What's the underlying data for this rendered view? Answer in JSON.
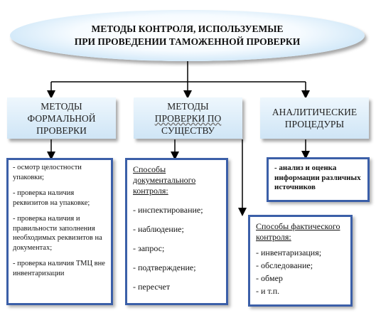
{
  "root": {
    "line1": "МЕТОДЫ КОНТРОЛЯ, ИСПОЛЬЗУЕМЫЕ",
    "line2": "ПРИ ПРОВЕДЕНИИ ТАМОЖЕННОЙ ПРОВЕРКИ"
  },
  "categories": [
    {
      "lines": [
        "МЕТОДЫ",
        "ФОРМАЛЬНОЙ",
        "ПРОВЕРКИ"
      ]
    },
    {
      "lines": [
        "МЕТОДЫ",
        "ПРОВЕРКИ ПО",
        "СУЩЕСТВУ"
      ]
    },
    {
      "lines": [
        "АНАЛИТИЧЕСКИЕ",
        "ПРОЦЕДУРЫ"
      ]
    }
  ],
  "formal_list": [
    "- осмотр целостности упаковки;",
    "- проверка наличия реквизитов на упаковке;",
    "- проверка наличия и правильности заполнения необходимых реквизитов на документах;",
    "- проверка наличия ТМЦ вне инвентаризации"
  ],
  "documentary": {
    "heading": "Способы документального контроля:",
    "items": [
      "- инспектирование;",
      "- наблюдение;",
      "- запрос;",
      "- подтверждение;",
      "- пересчет"
    ]
  },
  "factual": {
    "heading": "Способы фактического контроля:",
    "items": [
      "- инвентаризация;",
      "- обследование;",
      "- обмер",
      "- и т.п."
    ]
  },
  "analytical_list": [
    "- анализ и оценка информации различных источников"
  ]
}
